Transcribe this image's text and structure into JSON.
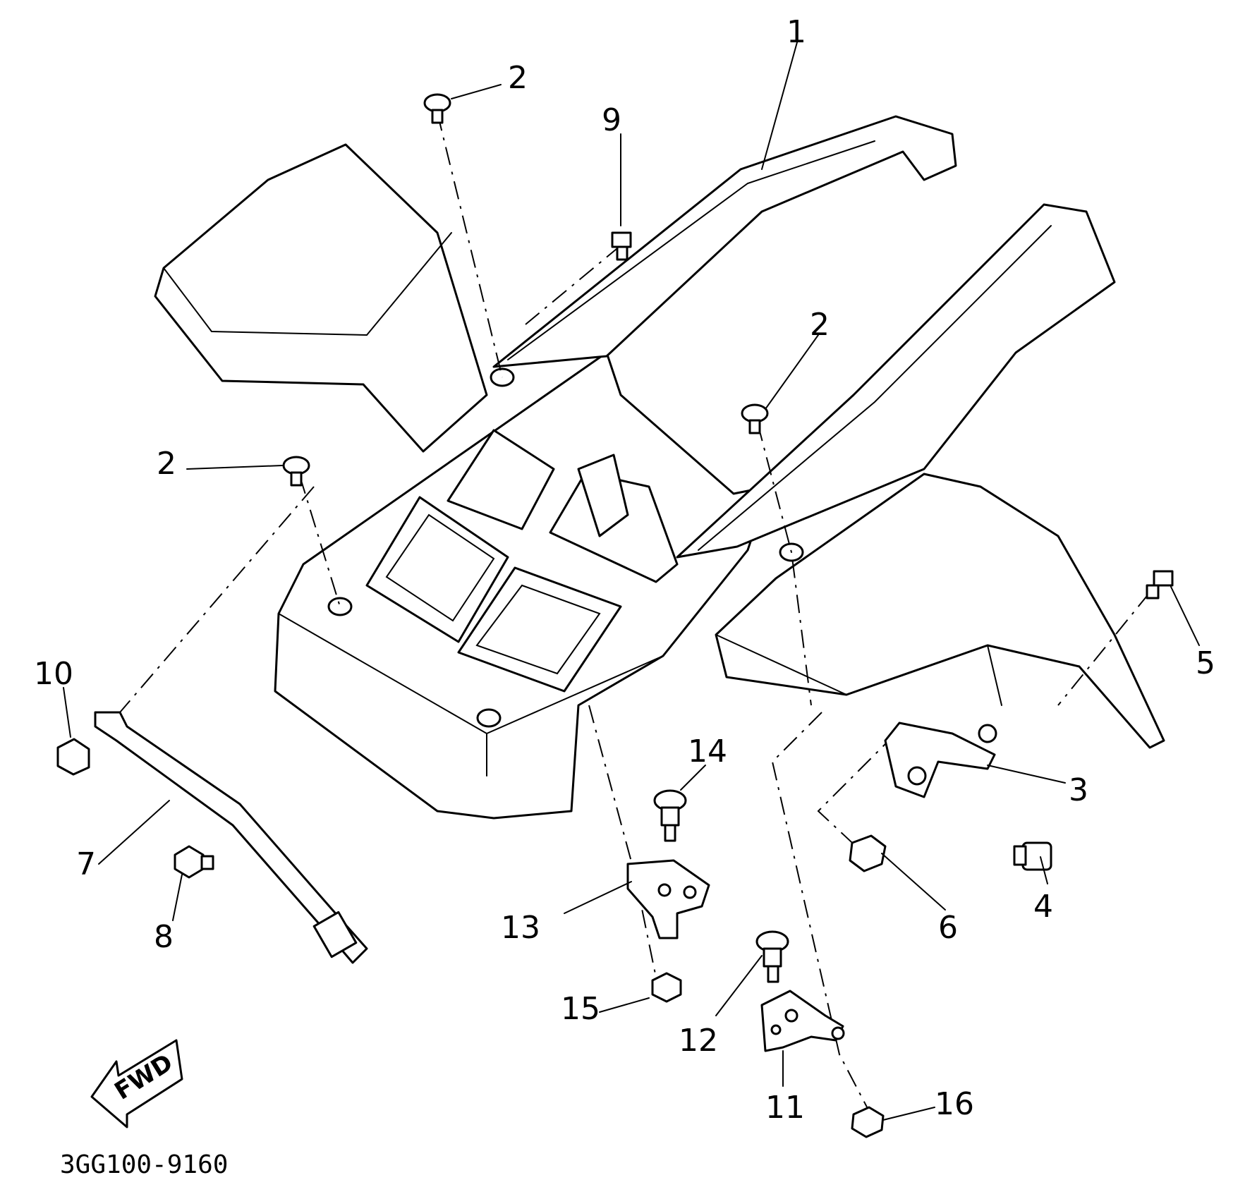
{
  "callouts": [
    {
      "id": "1",
      "label": "1"
    },
    {
      "id": "2a",
      "label": "2"
    },
    {
      "id": "2b",
      "label": "2"
    },
    {
      "id": "2c",
      "label": "2"
    },
    {
      "id": "3",
      "label": "3"
    },
    {
      "id": "4",
      "label": "4"
    },
    {
      "id": "5",
      "label": "5"
    },
    {
      "id": "6",
      "label": "6"
    },
    {
      "id": "7",
      "label": "7"
    },
    {
      "id": "8",
      "label": "8"
    },
    {
      "id": "9",
      "label": "9"
    },
    {
      "id": "10",
      "label": "10"
    },
    {
      "id": "11",
      "label": "11"
    },
    {
      "id": "12",
      "label": "12"
    },
    {
      "id": "13",
      "label": "13"
    },
    {
      "id": "14",
      "label": "14"
    },
    {
      "id": "15",
      "label": "15"
    },
    {
      "id": "16",
      "label": "16"
    }
  ],
  "direction_marker": "FWD",
  "drawing_number": "3GG100-9160"
}
